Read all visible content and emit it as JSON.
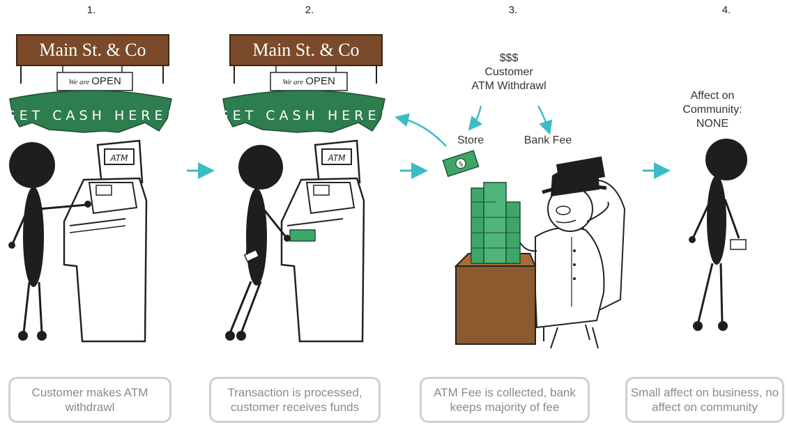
{
  "steps": [
    {
      "number": "1.",
      "caption": "Customer makes ATM withdrawl"
    },
    {
      "number": "2.",
      "caption": "Transaction is processed, customer receives funds"
    },
    {
      "number": "3.",
      "caption": "ATM Fee is collected, bank keeps majority of fee"
    },
    {
      "number": "4.",
      "caption": "Small affect on business, no affect on community"
    }
  ],
  "sign": {
    "name": "Main St. & Co",
    "open_prefix": "We are",
    "open_word": "OPEN",
    "banner_text": "GET CASH HERE!"
  },
  "atm_label": "ATM",
  "step3": {
    "header": "$$$ Customer ATM Withdrawl",
    "header_lines": [
      "$$$",
      "Customer",
      "ATM Withdrawl"
    ],
    "store": "Store",
    "bank_fee": "Bank Fee"
  },
  "step4": {
    "lines": [
      "Affect on",
      "Community:",
      "NONE"
    ]
  },
  "colors": {
    "sign_brown": "#7a4a2a",
    "banner_green": "#2e7d4f",
    "arrow_teal": "#3bbcc4",
    "money_green": "#3fa66a",
    "desk_brown": "#8b5a2e",
    "figure_dark": "#1e1e1e"
  }
}
